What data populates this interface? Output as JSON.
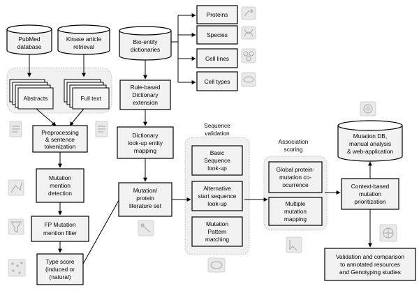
{
  "nodes": {
    "pubmed": [
      "PubMed",
      "database"
    ],
    "kinase": [
      "Kinase article",
      "retrieval"
    ],
    "abstracts": [
      "Abstracts"
    ],
    "fulltext": [
      "Full text"
    ],
    "preprocessing": [
      "Preprocessing",
      "& sentence",
      "tokenization"
    ],
    "mention_detection": [
      "Mutation",
      "mention",
      "detection"
    ],
    "fp_filter": [
      "FP Mutation",
      "mention filter"
    ],
    "type_score": [
      "Type score",
      "(induced or",
      "(natural)"
    ],
    "bioentity": [
      "Bio-entity",
      "dictionaries"
    ],
    "proteins": [
      "Proteins"
    ],
    "species": [
      "Species"
    ],
    "cell_lines": [
      "Cell lines"
    ],
    "cell_types": [
      "Cell types"
    ],
    "rule_based": [
      "Rule-based",
      "Dictionary",
      "extension"
    ],
    "lookup": [
      "Dictionary",
      "look-up entity",
      "mapping"
    ],
    "literature_set": [
      "Mutation/",
      "protein",
      "literature set"
    ],
    "basic_seq": [
      "Basic",
      "Sequence",
      "look-up"
    ],
    "alt_start": [
      "Alternative",
      "start sequence",
      "look-up"
    ],
    "pattern": [
      "Mutation",
      "Pattern",
      "matching"
    ],
    "cooccurrence": [
      "Global protein-",
      "mutation co-",
      "ocurrence"
    ],
    "multiple_mapping": [
      "Multiple",
      "mutation",
      "mapping"
    ],
    "mutation_db": [
      "Mutation DB,",
      "manual analysis",
      "& web-application"
    ],
    "context": [
      "Context-based",
      "mutation",
      "prioritization"
    ],
    "validation": [
      "Validation and comparison",
      "to annotated resources",
      "and Genotyping studies"
    ]
  },
  "sections": {
    "sequence_validation": [
      "Sequence",
      "validation"
    ],
    "association_scoring": [
      "Association",
      "scoring"
    ]
  },
  "icons": [
    "share-icon",
    "dna-icon",
    "cells-icon",
    "cell-icon",
    "document-icon",
    "document-icon",
    "network-icon",
    "filter-icon",
    "dots-icon",
    "link-icon",
    "disc-icon",
    "cursor-icon",
    "globe-icon",
    "dish-icon"
  ]
}
